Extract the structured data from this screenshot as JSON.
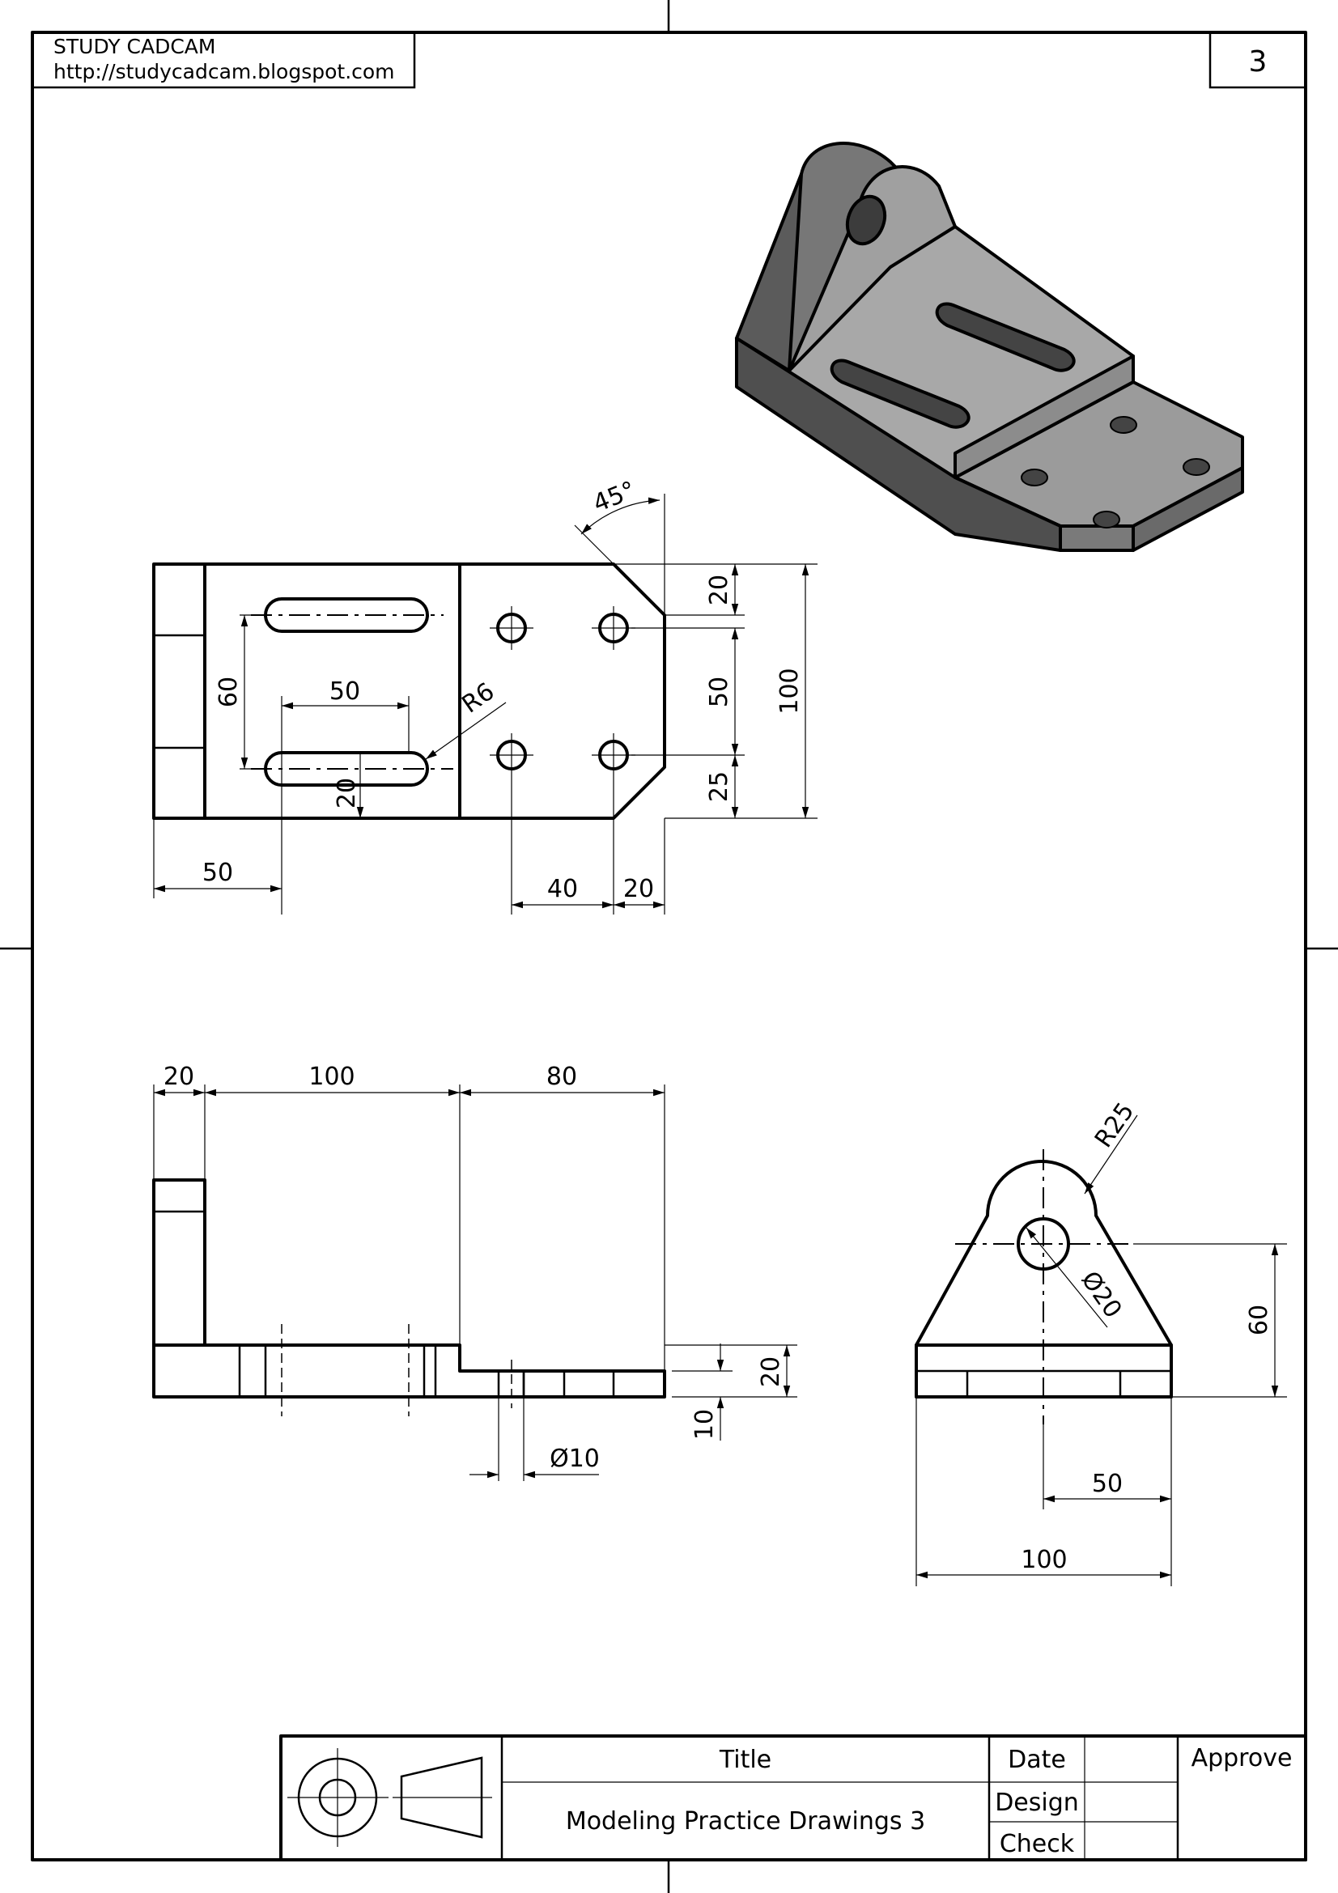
{
  "header": {
    "company": "STUDY CADCAM",
    "url": "http://studycadcam.blogspot.com",
    "sheet_number": "3"
  },
  "top_view": {
    "angle": "45°",
    "dims": {
      "d20_top": "20",
      "d50_mid": "50",
      "d25_bot": "25",
      "d100": "100",
      "d60": "60",
      "d50_slot": "50",
      "r6": "R6",
      "d20_slot": "20",
      "d50_left": "50",
      "d40": "40",
      "d20_right": "20"
    }
  },
  "front_view": {
    "dims": {
      "d20": "20",
      "d100": "100",
      "d80": "80",
      "d20_h": "20",
      "d10": "10",
      "dia10": "Ø10"
    }
  },
  "side_view": {
    "dims": {
      "r25": "R25",
      "dia20": "Ø20",
      "d60": "60",
      "d50": "50",
      "d100": "100"
    }
  },
  "title_block": {
    "title_label": "Title",
    "title_value": "Modeling Practice Drawings 3",
    "date_label": "Date",
    "design_label": "Design",
    "check_label": "Check",
    "approve_label": "Approve"
  }
}
